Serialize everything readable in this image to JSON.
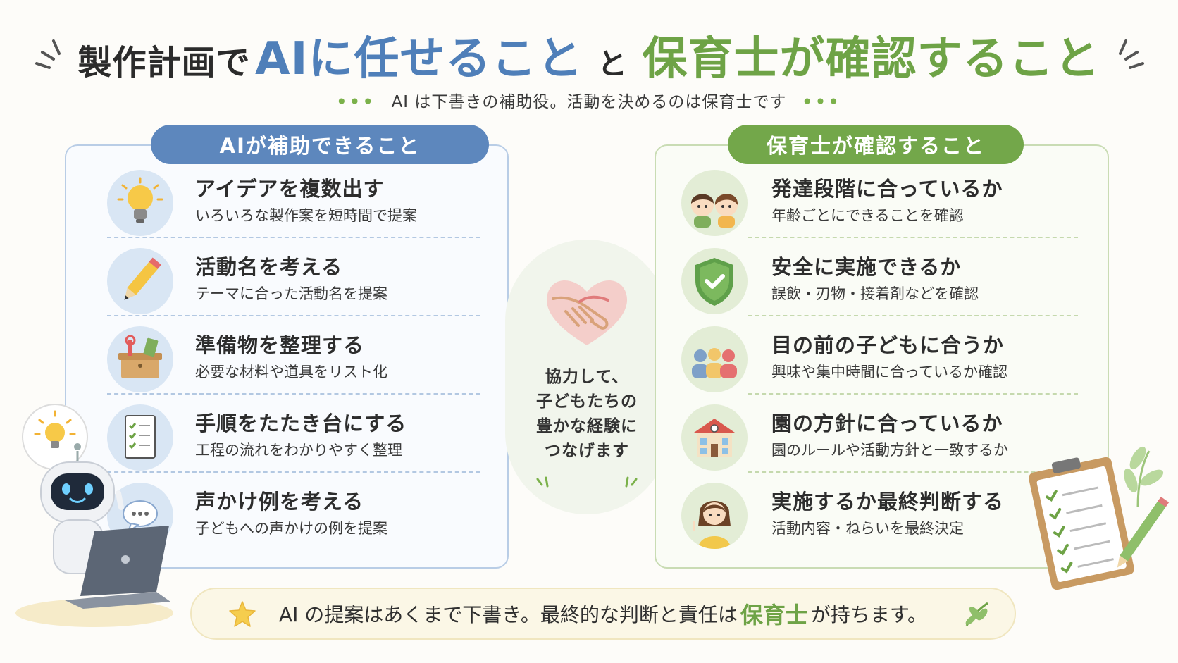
{
  "title": {
    "part1": "製作計画で",
    "part2": "AIに任せること",
    "connector": "と",
    "part3": "保育士が確認すること"
  },
  "subtitle": {
    "dots": "•••",
    "text": "AI は下書きの補助役。活動を決めるのは保育士です"
  },
  "left_panel": {
    "heading": "AIが補助できること",
    "items": [
      {
        "icon": "lightbulb-icon",
        "title": "アイデアを複数出す",
        "desc": "いろいろな製作案を短時間で提案"
      },
      {
        "icon": "pencil-icon",
        "title": "活動名を考える",
        "desc": "テーマに合った活動名を提案"
      },
      {
        "icon": "supply-box-icon",
        "title": "準備物を整理する",
        "desc": "必要な材料や道具をリスト化"
      },
      {
        "icon": "checklist-icon",
        "title": "手順をたたき台にする",
        "desc": "工程の流れをわかりやすく整理"
      },
      {
        "icon": "speech-bubble-icon",
        "title": "声かけ例を考える",
        "desc": "子どもへの声かけの例を提案"
      }
    ]
  },
  "center": {
    "icon": "handshake-heart-icon",
    "lines": [
      "協力して、",
      "子どもたちの",
      "豊かな経験に",
      "つなげます"
    ]
  },
  "right_panel": {
    "heading": "保育士が確認すること",
    "items": [
      {
        "icon": "children-icon",
        "title": "発達段階に合っているか",
        "desc": "年齢ごとにできることを確認"
      },
      {
        "icon": "shield-check-icon",
        "title": "安全に実施できるか",
        "desc": "誤飲・刃物・接着剤などを確認"
      },
      {
        "icon": "group-icon",
        "title": "目の前の子どもに合うか",
        "desc": "興味や集中時間に合っているか確認"
      },
      {
        "icon": "school-building-icon",
        "title": "園の方針に合っているか",
        "desc": "園のルールや活動方針と一致するか"
      },
      {
        "icon": "teacher-icon",
        "title": "実施するか最終判断する",
        "desc": "活動内容・ねらいを最終決定"
      }
    ]
  },
  "banner": {
    "before": "AI の提案はあくまで下書き。最終的な判断と責任は",
    "highlight": "保育士",
    "after": "が持ちます。"
  },
  "colors": {
    "blue": "#4f7fb9",
    "green": "#6ea346",
    "left_heading": "#5d87bd",
    "right_heading": "#73a74a"
  }
}
